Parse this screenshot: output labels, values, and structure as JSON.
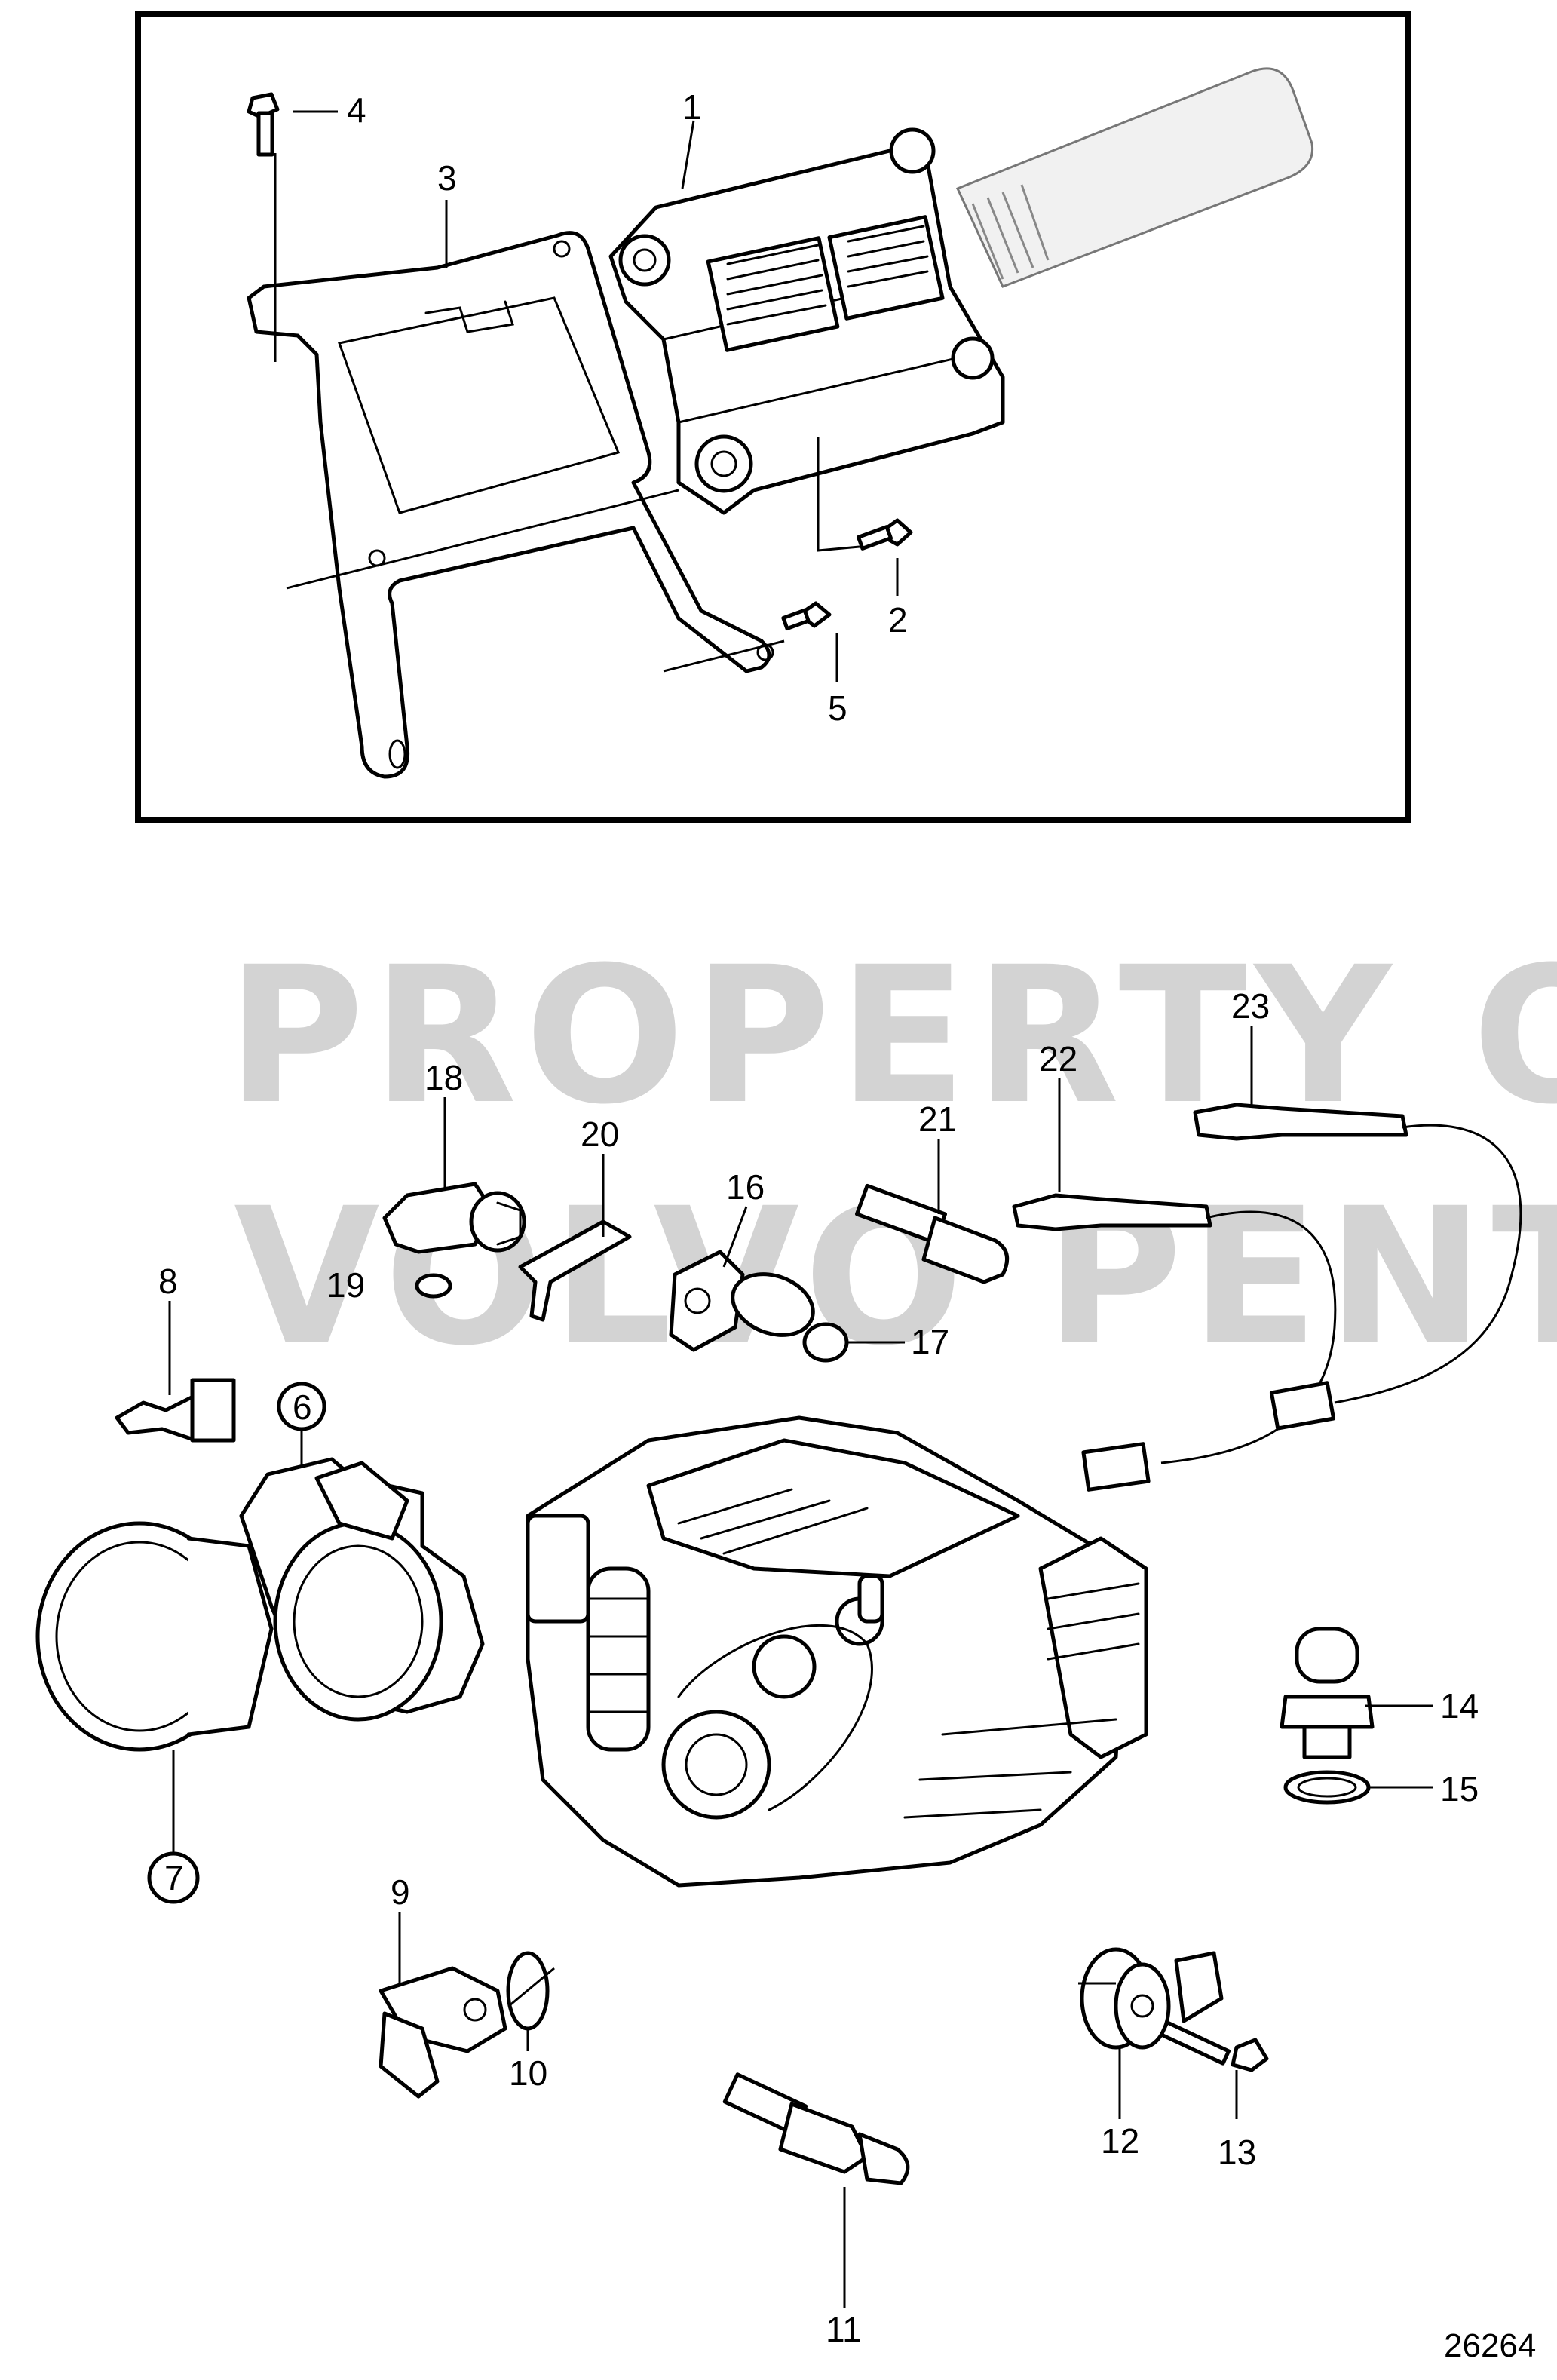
{
  "document_number": "26264",
  "watermark": {
    "line1": "PROPERTY OF",
    "line2": "VOLVO PENTA"
  },
  "callouts": {
    "c1": "1",
    "c2": "2",
    "c3": "3",
    "c4": "4",
    "c5": "5",
    "c6": "6",
    "c7": "7",
    "c8": "8",
    "c9": "9",
    "c10": "10",
    "c11": "11",
    "c12": "12",
    "c13": "13",
    "c14": "14",
    "c15": "15",
    "c16": "16",
    "c17": "17",
    "c18": "18",
    "c19": "19",
    "c20": "20",
    "c21": "21",
    "c22": "22",
    "c23": "23"
  }
}
